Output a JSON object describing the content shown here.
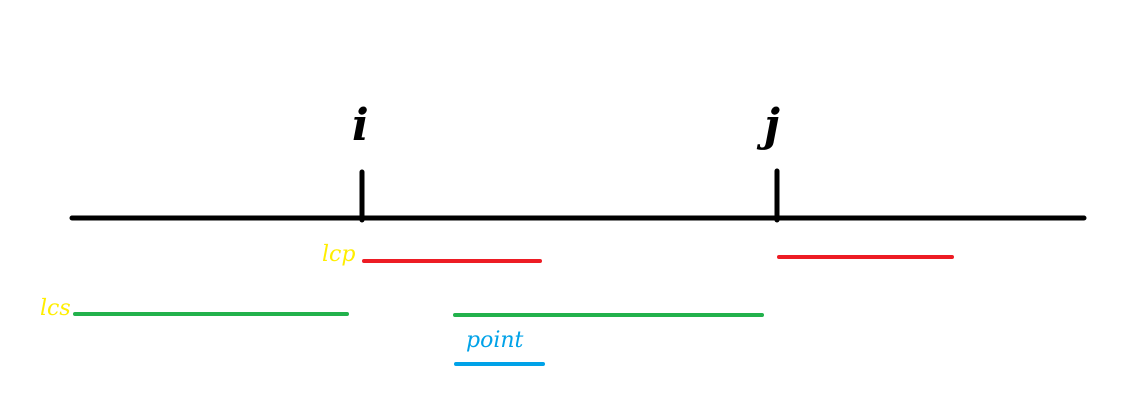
{
  "colors": {
    "axis": "#000000",
    "red": "#ed1c24",
    "green": "#22b14c",
    "blue": "#00a2e8",
    "label_yellow": "#ffee00",
    "label_blue": "#00a2e8",
    "index_label": "#000000"
  },
  "labels": {
    "i": "i",
    "j": "j",
    "lcp": "lcp",
    "lcs": "lcs",
    "point": "point"
  }
}
